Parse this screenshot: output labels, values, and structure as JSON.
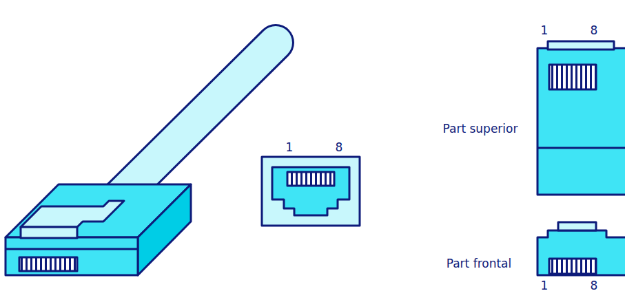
{
  "diagram": {
    "labels": [
      "1",
      "8",
      "Part superior",
      "1",
      "8",
      "Part frontal",
      "1",
      "8"
    ]
  }
}
